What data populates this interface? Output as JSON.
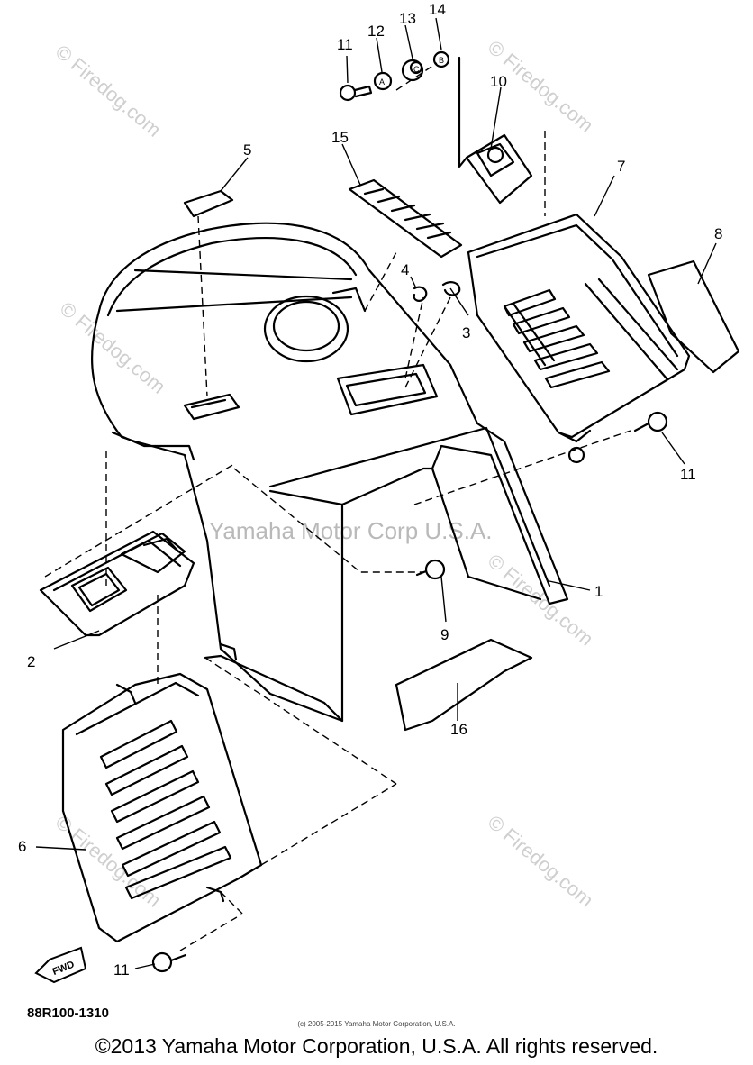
{
  "diagram": {
    "part_code": "88R100-1310",
    "small_copyright": "(c) 2005-2015 Yamaha Motor Corporation, U.S.A.",
    "copyright": "©2013 Yamaha Motor Corporation, U.S.A. All rights reserved.",
    "center_watermark": "Yamaha Motor Corp U.S.A.",
    "watermark": "© Firedog.com",
    "fwd_label": "FWD",
    "callouts": [
      "1",
      "2",
      "3",
      "4",
      "5",
      "6",
      "7",
      "8",
      "9",
      "10",
      "11",
      "11",
      "11",
      "12",
      "13",
      "14",
      "15",
      "16"
    ],
    "hardware_letters": [
      "A",
      "C",
      "B"
    ]
  }
}
